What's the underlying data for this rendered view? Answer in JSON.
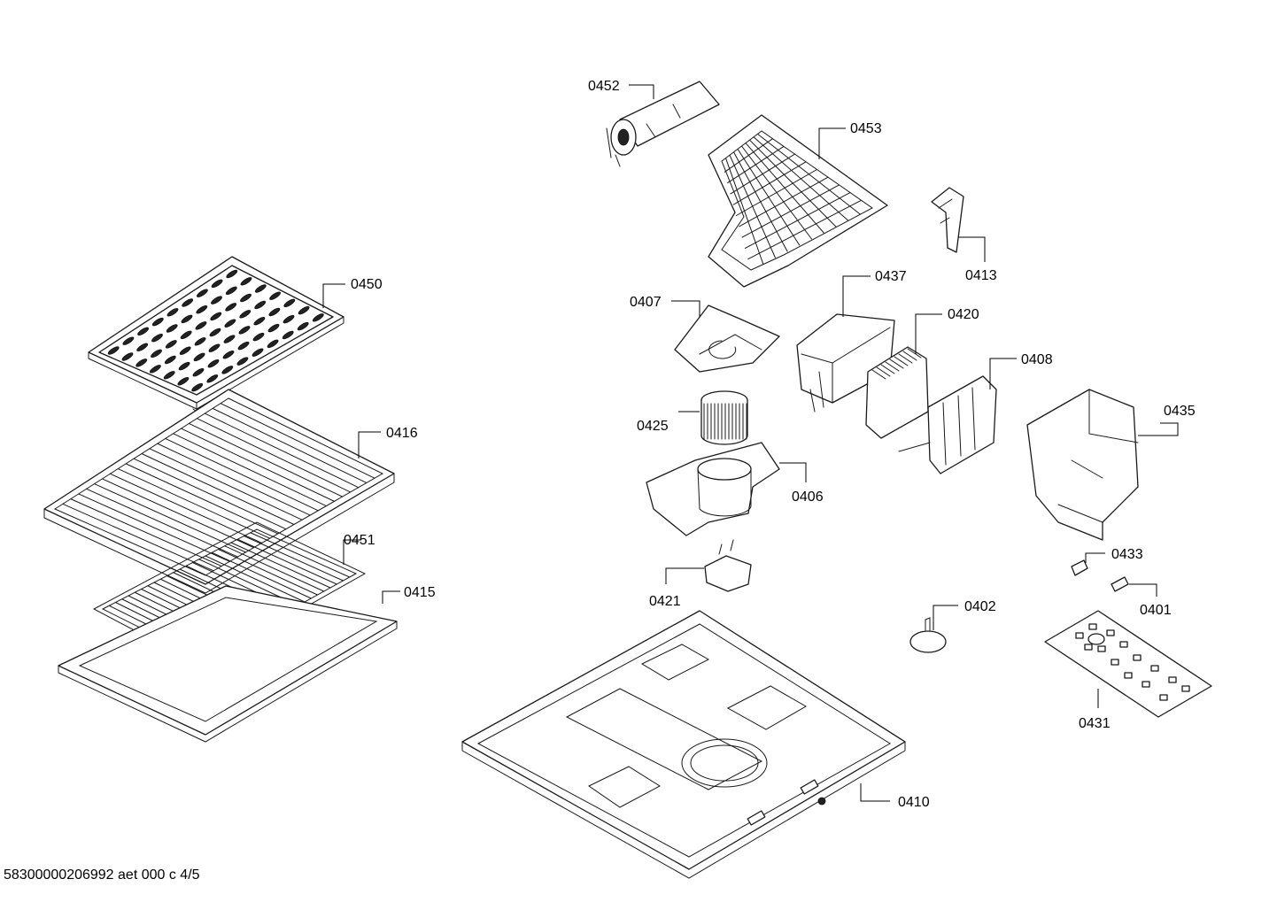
{
  "part_labels": {
    "p0452": "0452",
    "p0453": "0453",
    "p0413": "0413",
    "p0450": "0450",
    "p0437": "0437",
    "p0407": "0407",
    "p0420": "0420",
    "p0408": "0408",
    "p0416": "0416",
    "p0425": "0425",
    "p0435": "0435",
    "p0406": "0406",
    "p0451": "0451",
    "p0433": "0433",
    "p0415": "0415",
    "p0421": "0421",
    "p0402": "0402",
    "p0401": "0401",
    "p0431": "0431",
    "p0410": "0410"
  },
  "document_id": "58300000206992 aet 000 c 4/5",
  "colors": {
    "line": "#1a1a1a",
    "background": "#ffffff"
  }
}
